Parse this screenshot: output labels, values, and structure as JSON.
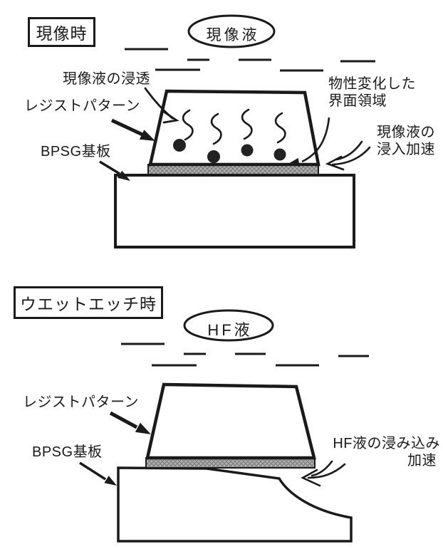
{
  "figure": {
    "colors": {
      "ink": "#1a1a1a",
      "paper": "#ffffff",
      "interface_layer": "#b2b2b2"
    },
    "top": {
      "title": "現像時",
      "liquid": "現像液",
      "label_penetration": "現像液の浸透",
      "label_resist": "レジストパターン",
      "label_substrate": "BPSG基板",
      "label_interface_1": "物性変化した",
      "label_interface_2": "界面領域",
      "label_accel_1": "現像液の",
      "label_accel_2": "浸入加速"
    },
    "bottom": {
      "title": "ウエットエッチ時",
      "liquid": "HF液",
      "label_resist": "レジストパターン",
      "label_substrate": "BPSG基板",
      "label_accel_1": "HF液の浸み込み",
      "label_accel_2": "加速"
    }
  }
}
